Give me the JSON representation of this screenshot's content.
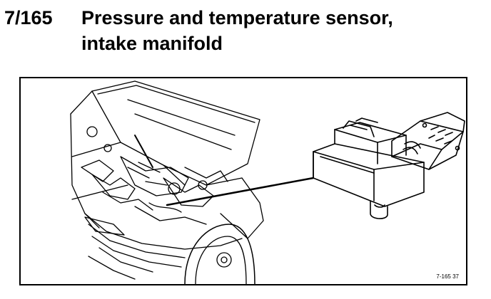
{
  "heading": {
    "section_number": "7/165",
    "title_line1": "Pressure and temperature sensor,",
    "title_line2": "intake manifold"
  },
  "figure": {
    "reference_code": "7-165 37"
  }
}
